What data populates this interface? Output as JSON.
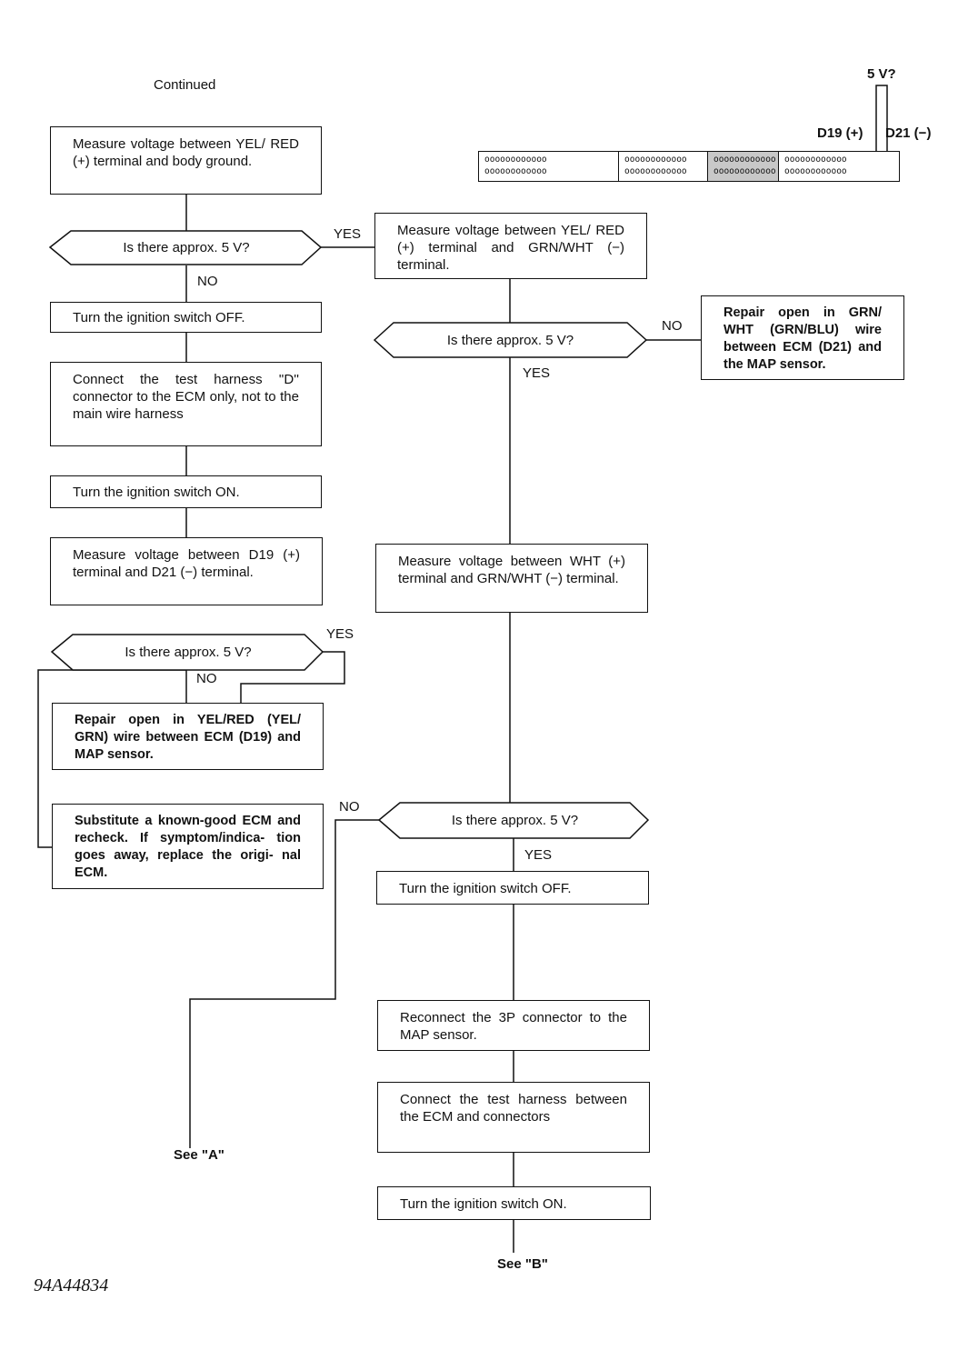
{
  "header": {
    "continued": "Continued"
  },
  "connector": {
    "pin_row": "oooooooooooo",
    "voltage_label": "5 V?",
    "plus_label": "D19 (+)",
    "minus_label": "D21 (−)"
  },
  "boxes": {
    "measure_yelred_ground": "Measure voltage between YEL/ RED (+) terminal and body ground.",
    "turn_off_1": "Turn the ignition switch OFF.",
    "connect_harness_d": "Connect the test harness ''D'' connector to the ECM only, not to the main wire harness",
    "turn_on_1": "Turn the ignition switch ON.",
    "measure_d19_d21": "Measure voltage between D19 (+) terminal and D21 (−) terminal.",
    "repair_yelred": "Repair open in YEL/RED (YEL/ GRN) wire between ECM (D19) and MAP sensor.",
    "substitute_ecm": "Substitute a known-good ECM and recheck. If symptom/indica- tion goes away, replace the origi- nal ECM.",
    "measure_yelred_grnwht": "Measure voltage between YEL/ RED (+) terminal and GRN/WHT (−) terminal.",
    "repair_grnwht": "Repair open in GRN/ WHT (GRN/BLU) wire between ECM (D21) and the MAP sensor.",
    "measure_wht_grnwht": "Measure voltage between WHT (+) terminal and GRN/WHT (−) terminal.",
    "turn_off_2": "Turn the ignition switch OFF.",
    "reconnect_3p": "Reconnect the 3P connector to the MAP sensor.",
    "connect_harness_ecm": "Connect the test harness between the ECM and connectors",
    "turn_on_2": "Turn the ignition switch ON."
  },
  "decisions": {
    "d1": "Is there approx. 5 V?",
    "d2": "Is there approx. 5 V?",
    "d3": "Is there approx. 5 V?",
    "d4": "Is there approx. 5 V?"
  },
  "labels": {
    "d1_yes": "YES",
    "d1_no": "NO",
    "d2_no": "NO",
    "d2_yes": "YES",
    "d3_yes": "YES",
    "d3_no": "NO",
    "d4_no": "NO",
    "d4_yes": "YES"
  },
  "refs": {
    "see_a": "See \"A\"",
    "see_b": "See \"B\""
  },
  "figure_code": "94A44834"
}
